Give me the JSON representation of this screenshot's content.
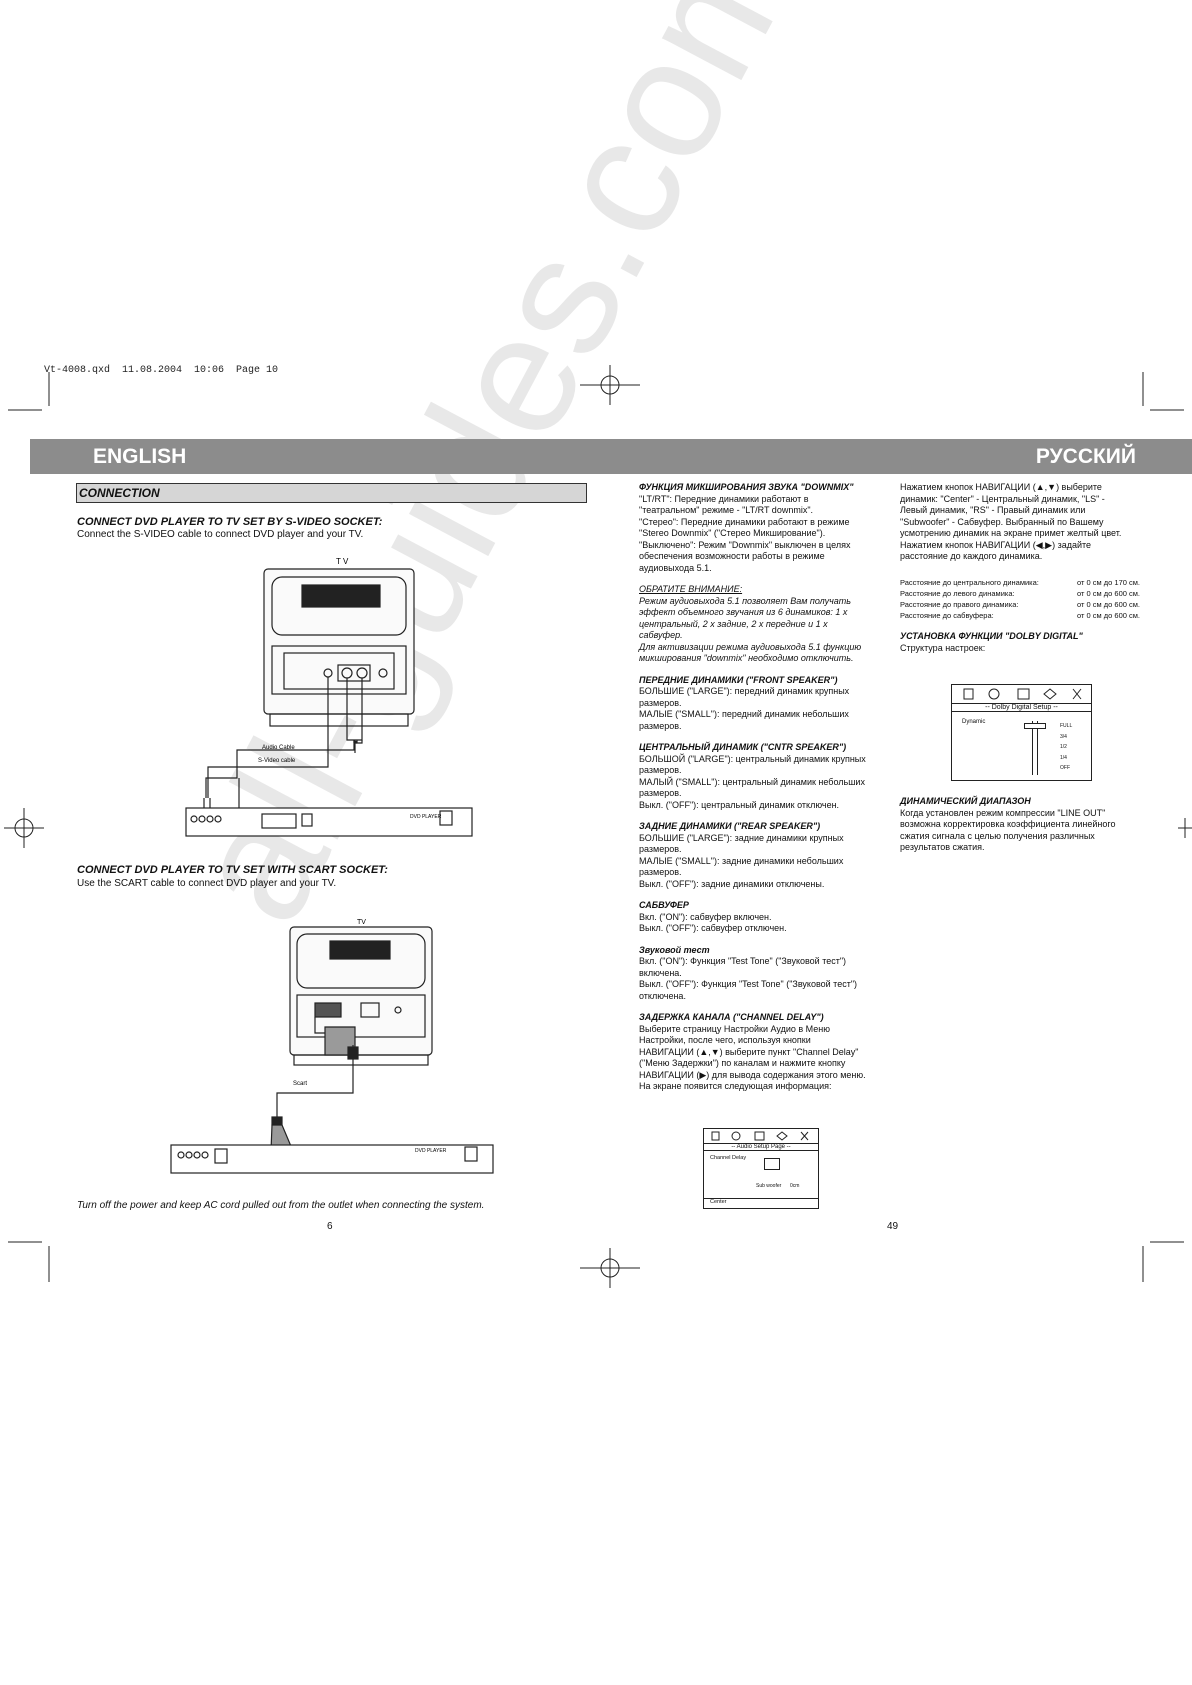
{
  "slug": "Vt-4008.qxd  11.08.2004  10:06  Page 10",
  "banner": {
    "left": "ENGLISH",
    "right": "РУССКИЙ"
  },
  "english": {
    "section": "CONNECTION",
    "svideo_heading": "CONNECT DVD PLAYER TO TV SET BY S-VIDEO SOCKET:",
    "svideo_text": "Connect the S-VIDEO cable to connect DVD player and your TV.",
    "diagram1": {
      "tv": "T V",
      "svideo_cable": "S-Video cable",
      "audio_cable": "Audio Cable",
      "player": "DVD PLAYER"
    },
    "scart_heading": "CONNECT DVD PLAYER TO TV SET WITH SCART SOCKET:",
    "scart_text": "Use the SCART cable to connect DVD player and your TV.",
    "diagram2": {
      "tv": "TV",
      "scart": "Scart",
      "player": "DVD PLAYER"
    },
    "footer_note": "Turn off the power and keep AC cord pulled out from the outlet when connecting the system.",
    "page": "6"
  },
  "russian_col1": {
    "downmix_h": "ФУНКЦИЯ МИКШИРОВАНИЯ ЗВУКА \"DOWNMIX\"",
    "downmix_lines": [
      "\"LT/RT\":    Передние динамики работают в",
      "\"театральном\" режиме - \"LT/RT downmix\".",
      "\"Стерео\":  Передние динамики работают в режиме",
      "\"Stereo Downmix\" (\"Стерео Микширование\").",
      "\"Выключено\": Режим \"Downmix\" выключен в целях",
      "обеспечения возможности работы в режиме",
      "аудиовыхода 5.1."
    ],
    "note_h": "ОБРАТИТЕ ВНИМАНИЕ:",
    "note_lines": [
      "Режим аудиовыхода 5.1 позволяет Вам получать",
      "эффект объемного звучания из 6 динамиков: 1 х",
      "центральный, 2 х задние, 2 х передние и 1 х",
      "сабвуфер.",
      "Для активизации режима аудиовыхода 5.1 функцию",
      "микширования \"downmix\" необходимо отключить."
    ],
    "front_h": "ПЕРЕДНИЕ ДИНАМИКИ (\"FRONT SPEAKER\")",
    "front_lines": [
      "БОЛЬШИЕ (\"LARGE\"):  передний динамик крупных",
      "размеров.",
      "МАЛЫЕ (\"SMALL\"): передний динамик небольших",
      "размеров."
    ],
    "center_h": "ЦЕНТРАЛЬНЫЙ ДИНАМИК (\"CNTR SPEAKER\")",
    "center_lines": [
      "БОЛЬШОЙ (\"LARGE\"):  центральный динамик крупных",
      "размеров.",
      "МАЛЫЙ (\"SMALL\"): центральный динамик небольших",
      "размеров.",
      "Выкл. (\"OFF\"): центральный динамик отключен."
    ],
    "rear_h": "ЗАДНИЕ ДИНАМИКИ (\"REAR SPEAKER\")",
    "rear_lines": [
      "БОЛЬШИЕ (\"LARGE\"): задние динамики крупных",
      "размеров.",
      "МАЛЫЕ (\"SMALL\"): задние динамики небольших",
      "размеров.",
      "Выкл. (\"OFF\"): задние динамики отключены."
    ],
    "sub_h": "САБВУФЕР",
    "sub_lines": [
      "Вкл. (\"ON\"): сабвуфер включен.",
      "Выкл. (\"OFF\"): сабвуфер отключен."
    ],
    "test_h": "Звуковой тест",
    "test_lines": [
      "Вкл. (\"ON\"):  Функция \"Test Tone\" (\"Звуковой тест\")",
      "включена.",
      "Выкл. (\"OFF\"):  Функция \"Test Tone\"  (\"Звуковой тест\")",
      "отключена."
    ],
    "delay_h": "ЗАДЕРЖКА КАНАЛА (\"CHANNEL DELAY\")",
    "delay_lines": [
      "Выберите страницу Настройки Аудио в Меню",
      "Настройки, после чего, используя кнопки",
      "НАВИГАЦИИ (▲,▼) выберите пункт \"Channel Delay\"",
      "(\"Меню Задержки\") по каналам и нажмите кнопку",
      "НАВИГАЦИИ (▶) для вывода содержания этого меню.",
      "На экране появится следующая информация:"
    ],
    "audio_menu": {
      "title": "-- Audio  Setup  Page --",
      "item": "Channel Delay",
      "sub": "Sub woofer",
      "value": "0cm",
      "footer": "Center"
    }
  },
  "russian_col2": {
    "intro_lines": [
      "Нажатием кнопок НАВИГАЦИИ (▲,▼) выберите",
      "динамик: \"Center\" - Центральный динамик, \"LS\" -",
      "Левый динамик, \"RS\" - Правый динамик или",
      "\"Subwoofer\" - Сабвуфер. Выбранный по Вашему",
      "усмотрению динамик на экране примет желтый цвет.",
      "Нажатием кнопок НАВИГАЦИИ (◀,▶) задайте",
      "расстояние до каждого динамика."
    ],
    "distances": [
      {
        "label": "Расстояние до центрального динамика:",
        "value": "от 0 см до 170 см."
      },
      {
        "label": "Расстояние до левого динамика:",
        "value": "от 0 см до 600 см."
      },
      {
        "label": "Расстояние до правого динамика:",
        "value": "от 0 см до 600 см."
      },
      {
        "label": "Расстояние до сабвуфера:",
        "value": "от 0 см до 600 см."
      }
    ],
    "dolby_h": "УСТАНОВКА ФУНКЦИИ \"DOLBY DIGITAL\"",
    "dolby_text": "Структура настроек:",
    "dolby_menu": {
      "title": "-- Dolby Digital Setup --",
      "item": "Dynamic",
      "levels": [
        "FULL",
        "3/4",
        "1/2",
        "1/4",
        "OFF"
      ]
    },
    "range_h": "ДИНАМИЧЕСКИЙ ДИАПАЗОН",
    "range_lines": [
      "Когда установлен режим компрессии \"LINE OUT\"",
      "возможна корректировка коэффициента линейного",
      "сжатия сигнала с целью получения различных",
      "результатов сжатия."
    ],
    "page": "49"
  },
  "watermark": "all-guides.com"
}
